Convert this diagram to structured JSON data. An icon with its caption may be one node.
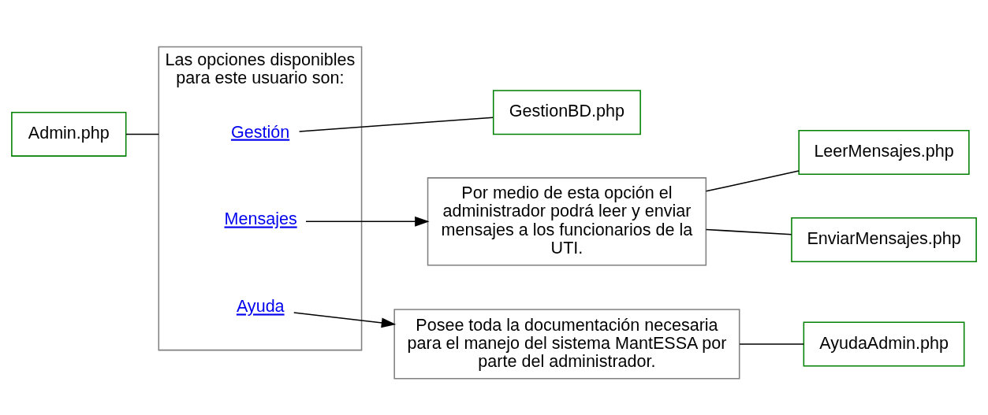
{
  "diagram": {
    "nodes": [
      {
        "text": [
          "Admin.php"
        ]
      },
      {
        "text": [
          "Las opciones disponibles para este usuario son:"
        ]
      },
      {
        "text": [
          "Gestión"
        ],
        "in": 1
      },
      {
        "text": [
          "Mensajes"
        ],
        "in": 1
      },
      {
        "text": [
          "Ayuda"
        ],
        "in": 1
      },
      {
        "text": [
          "GestionBD.php"
        ]
      },
      {
        "text": [
          "Por medio de esta opción el administrador podrá leer y enviar mensajes a los funcionarios de la UTI."
        ]
      },
      {
        "text": [
          "LeerMensajes.php"
        ]
      },
      {
        "text": [
          "EnviarMensajes.php"
        ]
      },
      {
        "text": [
          "Posee toda la documentación necesaria para el manejo del sistema MantESSA por parte del administrador."
        ]
      },
      {
        "text": [
          "AyudaAdmin.php"
        ]
      }
    ],
    "edges": [
      {
        "from": 0,
        "to": 1,
        "arrow": "none"
      },
      {
        "from": 2,
        "to": 5,
        "arrow": "none"
      },
      {
        "from": 3,
        "to": 6,
        "arrow": "to"
      },
      {
        "from": 6,
        "to": 7,
        "arrow": "none"
      },
      {
        "from": 6,
        "to": 8,
        "arrow": "none"
      },
      {
        "from": 4,
        "to": 9,
        "arrow": "to"
      },
      {
        "from": 9,
        "to": 10,
        "arrow": "none"
      }
    ]
  }
}
